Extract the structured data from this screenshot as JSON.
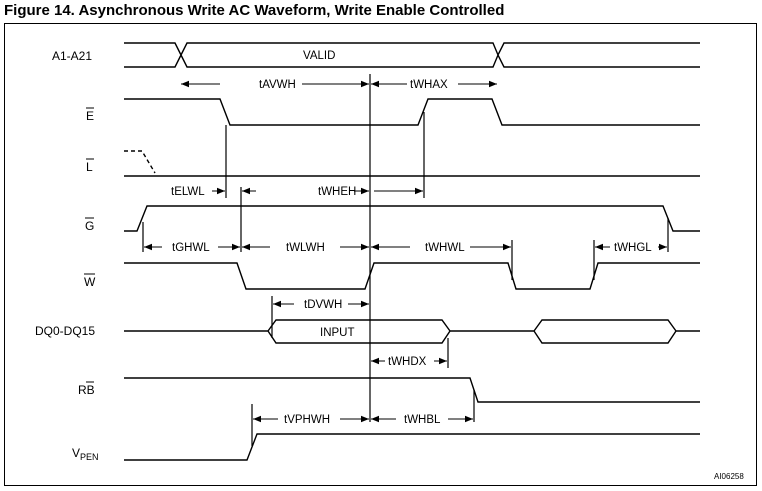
{
  "title": "Figure 14. Asynchronous Write AC Waveform, Write Enable Controlled",
  "figure_id": "AI06258",
  "signals": {
    "a1_a21": "A1-A21",
    "e_bar": "E",
    "l_bar": "L",
    "g_bar": "G",
    "w_bar": "W",
    "dq": "DQ0-DQ15",
    "rb_prefix": "R",
    "rb_bar": "B",
    "vpen_main": "V",
    "vpen_sub": "PEN"
  },
  "bus_labels": {
    "valid": "VALID",
    "input": "INPUT"
  },
  "timing": {
    "tAVWH": "tAVWH",
    "tWHAX": "tWHAX",
    "tELWL": "tELWL",
    "tWHEH": "tWHEH",
    "tGHWL": "tGHWL",
    "tWLWH": "tWLWH",
    "tWHWL": "tWHWL",
    "tWHGL": "tWHGL",
    "tDVWH": "tDVWH",
    "tWHDX": "tWHDX",
    "tVPHWH": "tVPHWH",
    "tWHBL": "tWHBL"
  }
}
